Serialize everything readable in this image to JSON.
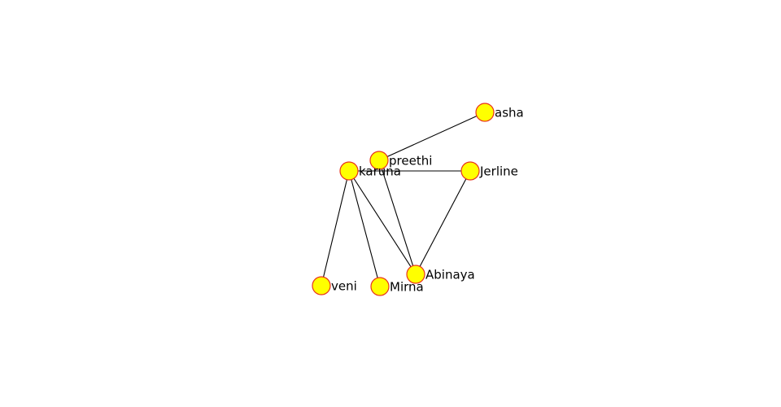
{
  "graph": {
    "colors": {
      "node_fill": "#ffff00",
      "node_stroke": "#e8331c",
      "edge": "#000000",
      "background": "#ffffff"
    },
    "nodes": [
      {
        "id": "asha",
        "label": "asha"
      },
      {
        "id": "preethi",
        "label": "preethi"
      },
      {
        "id": "karuna",
        "label": "karuna"
      },
      {
        "id": "Jerline",
        "label": "Jerline"
      },
      {
        "id": "Abinaya",
        "label": "Abinaya"
      },
      {
        "id": "veni",
        "label": "veni"
      },
      {
        "id": "Mirna",
        "label": "Mirna"
      }
    ],
    "edges": [
      {
        "source": "preethi",
        "target": "asha"
      },
      {
        "source": "karuna",
        "target": "Jerline"
      },
      {
        "source": "preethi",
        "target": "Abinaya"
      },
      {
        "source": "karuna",
        "target": "Abinaya"
      },
      {
        "source": "Jerline",
        "target": "Abinaya"
      },
      {
        "source": "karuna",
        "target": "veni"
      },
      {
        "source": "karuna",
        "target": "Mirna"
      }
    ]
  }
}
